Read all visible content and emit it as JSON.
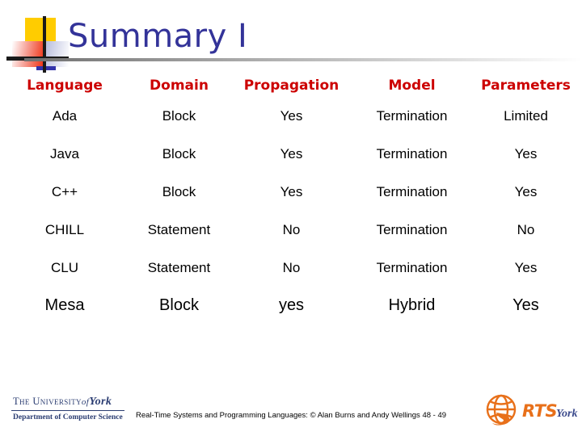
{
  "slide": {
    "title": "Summary I",
    "title_color": "#333399",
    "header_color": "#CC0000",
    "background": "#ffffff"
  },
  "logo_mark": {
    "name": "decorative-logo",
    "yellow": "#FFCC00",
    "red": "#EE2200",
    "blue": "#3333AA",
    "line": "#1A1A1A"
  },
  "table": {
    "headers": [
      "Language",
      "Domain",
      "Propagation",
      "Model",
      "Parameters"
    ],
    "rows": [
      {
        "language": "Ada",
        "domain": "Block",
        "propagation": "Yes",
        "model": "Termination",
        "parameters": "Limited"
      },
      {
        "language": "Java",
        "domain": "Block",
        "propagation": "Yes",
        "model": "Termination",
        "parameters": "Yes"
      },
      {
        "language": "C++",
        "domain": "Block",
        "propagation": "Yes",
        "model": "Termination",
        "parameters": "Yes"
      },
      {
        "language": "CHILL",
        "domain": "Statement",
        "propagation": "No",
        "model": "Termination",
        "parameters": "No"
      },
      {
        "language": "CLU",
        "domain": "Statement",
        "propagation": "No",
        "model": "Termination",
        "parameters": "Yes"
      },
      {
        "language": "Mesa",
        "domain": "Block",
        "propagation": "yes",
        "model": "Hybrid",
        "parameters": "Yes"
      }
    ]
  },
  "footer": {
    "note": "Real-Time Systems and Programming Languages: © Alan Burns and Andy Wellings 48 - 49"
  },
  "york_logo": {
    "line1_prefix": "The University",
    "line1_of": "of",
    "line1_york": "York",
    "line2": "Department of Computer Science",
    "color": "#2B3D72"
  },
  "rts_logo": {
    "acronym": "RTS",
    "york": "York",
    "orange": "#E8701A",
    "blue": "#3B4A8C"
  }
}
